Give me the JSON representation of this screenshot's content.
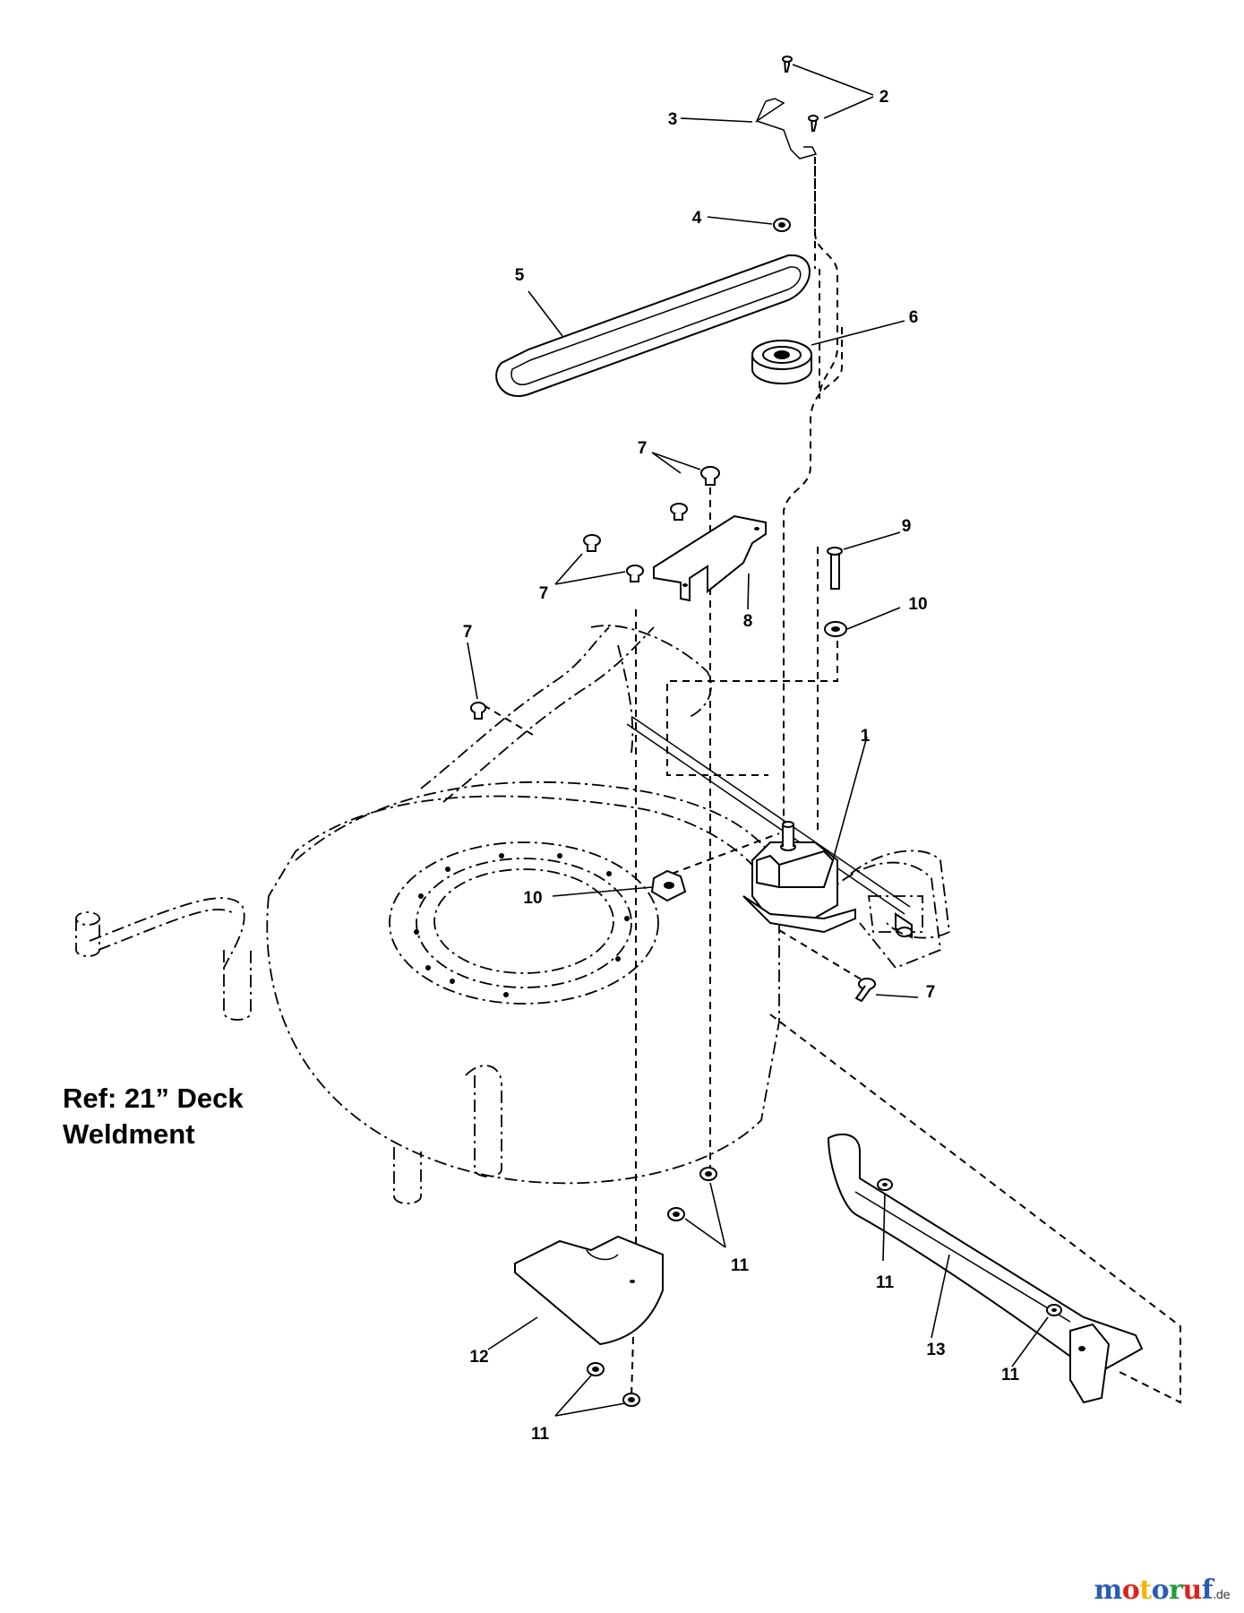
{
  "reference_label": {
    "line1": "Ref: 21” Deck",
    "line2": "Weldment"
  },
  "callouts": {
    "c1": "1",
    "c2": "2",
    "c3": "3",
    "c4": "4",
    "c5": "5",
    "c6": "6",
    "c7a": "7",
    "c7b": "7",
    "c7c": "7",
    "c7d": "7",
    "c8": "8",
    "c9": "9",
    "c10a": "10",
    "c10b": "10",
    "c11a": "11",
    "c11b": "11",
    "c11c": "11",
    "c11d": "11",
    "c12": "12",
    "c13": "13"
  },
  "watermark": {
    "letters": [
      "m",
      "o",
      "t",
      "o",
      "r",
      "u",
      "f"
    ],
    "letter_colors": [
      "#2a5db0",
      "#d9261c",
      "#f2b400",
      "#2a5db0",
      "#1f9d3a",
      "#d9261c",
      "#2a5db0"
    ],
    "tld": ".de"
  },
  "icons": [
    "belt",
    "pulley",
    "gearbox",
    "deck",
    "baffle",
    "wheel-bracket",
    "screw",
    "nut"
  ]
}
